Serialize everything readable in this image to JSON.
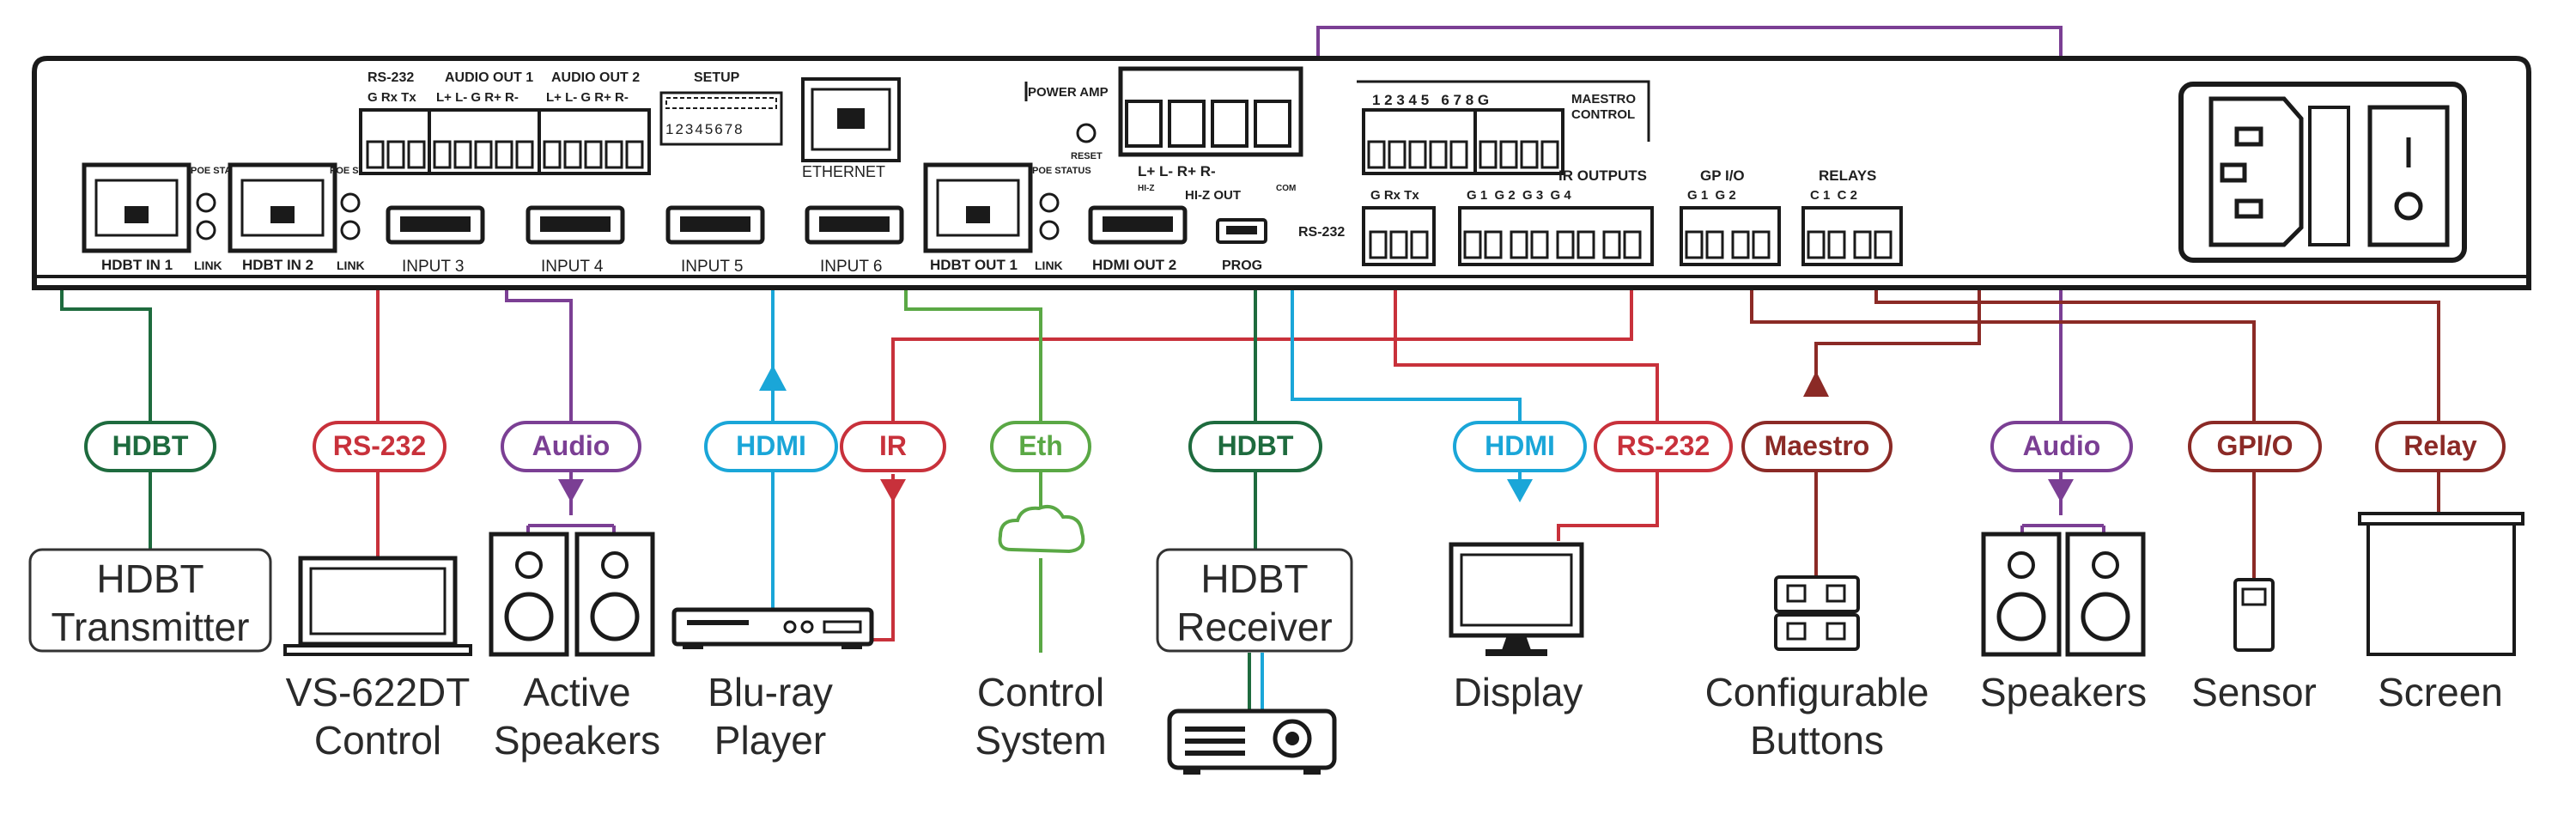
{
  "panel": {
    "ports": {
      "hdbt_in1": "HDBT IN 1",
      "hdbt_in2": "HDBT IN 2",
      "poe_status": "POE STATUS",
      "link": "LINK",
      "rs232": "RS-232",
      "rs232_pins": "G Rx Tx",
      "audio_out1": "AUDIO OUT 1",
      "audio_out1_pins": "L+ L- G R+ R-",
      "audio_out2": "AUDIO OUT 2",
      "audio_out2_pins": "L+ L- G R+ R-",
      "setup": "SETUP",
      "setup_pins": "12345678",
      "ethernet": "ETHERNET",
      "input3": "INPUT 3",
      "input4": "INPUT 4",
      "input5": "INPUT 5",
      "input6": "INPUT 6",
      "power_amp": "POWER AMP",
      "reset": "RESET",
      "hiz_pins": "L+  L-  R+  R-",
      "hiz": "HI-Z",
      "com": "COM",
      "hiz_out": "HI-Z OUT",
      "hdbt_out1": "HDBT OUT 1",
      "hdmi_out2": "HDMI OUT 2",
      "prog": "PROG",
      "maestro_pins": "1 2 3 4 5   6 7 8 G",
      "maestro_control_1": "MAESTRO",
      "maestro_control_2": "CONTROL",
      "rs232_2": "RS-232",
      "rs232_2_pins": "G Rx Tx",
      "ir_outputs": "IR OUTPUTS",
      "ir_pins": "G 1  G 2  G 3  G 4",
      "gpio": "GP I/O",
      "gpio_pins": "G 1  G 2",
      "relays": "RELAYS",
      "relays_pins": "C 1  C 2"
    }
  },
  "signals": {
    "hdbt1": "HDBT",
    "rs232a": "RS-232",
    "audio1": "Audio",
    "hdmi1": "HDMI",
    "ir": "IR",
    "eth": "Eth",
    "hdbt2": "HDBT",
    "hdmi2": "HDMI",
    "rs232b": "RS-232",
    "maestro": "Maestro",
    "audio2": "Audio",
    "gpio": "GPI/O",
    "relay": "Relay"
  },
  "devices": {
    "hdbt_tx_1": "HDBT",
    "hdbt_tx_2": "Transmitter",
    "vs_1": "VS-622DT",
    "vs_2": "Control",
    "active_1": "Active",
    "active_2": "Speakers",
    "bluray_1": "Blu-ray",
    "bluray_2": "Player",
    "control_1": "Control",
    "control_2": "System",
    "hdbt_rx_1": "HDBT",
    "hdbt_rx_2": "Receiver",
    "display": "Display",
    "buttons_1": "Configurable",
    "buttons_2": "Buttons",
    "speakers": "Speakers",
    "sensor": "Sensor",
    "screen": "Screen"
  },
  "colors": {
    "hdbt": "#1e6b3e",
    "rs232": "#c8313b",
    "audio": "#7b3f94",
    "hdmi": "#1aa6d8",
    "ir": "#c8313b",
    "eth": "#5aa845",
    "maestro": "#8b2a26",
    "gpio": "#8b2a26",
    "relay": "#8b2a26",
    "panel": "#1a1a1a"
  }
}
